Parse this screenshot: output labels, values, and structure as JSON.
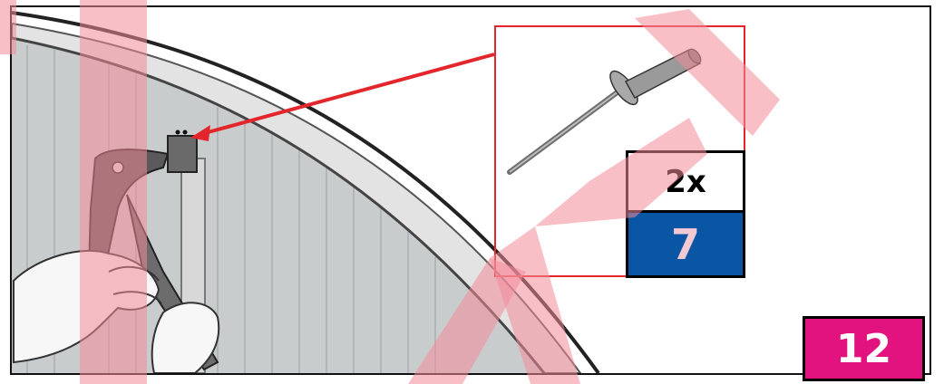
{
  "quantity_label": "2x",
  "part_number": "7",
  "step_number": "12",
  "watermark_text": "MY",
  "colors": {
    "callout_red": "#e3262b",
    "part_blue": "#0b56a4",
    "step_magenta": "#e2127f",
    "watermark_pink": "#f28a99"
  },
  "icons": {
    "tool": "rivet-gun-icon",
    "part": "rivet-icon"
  }
}
